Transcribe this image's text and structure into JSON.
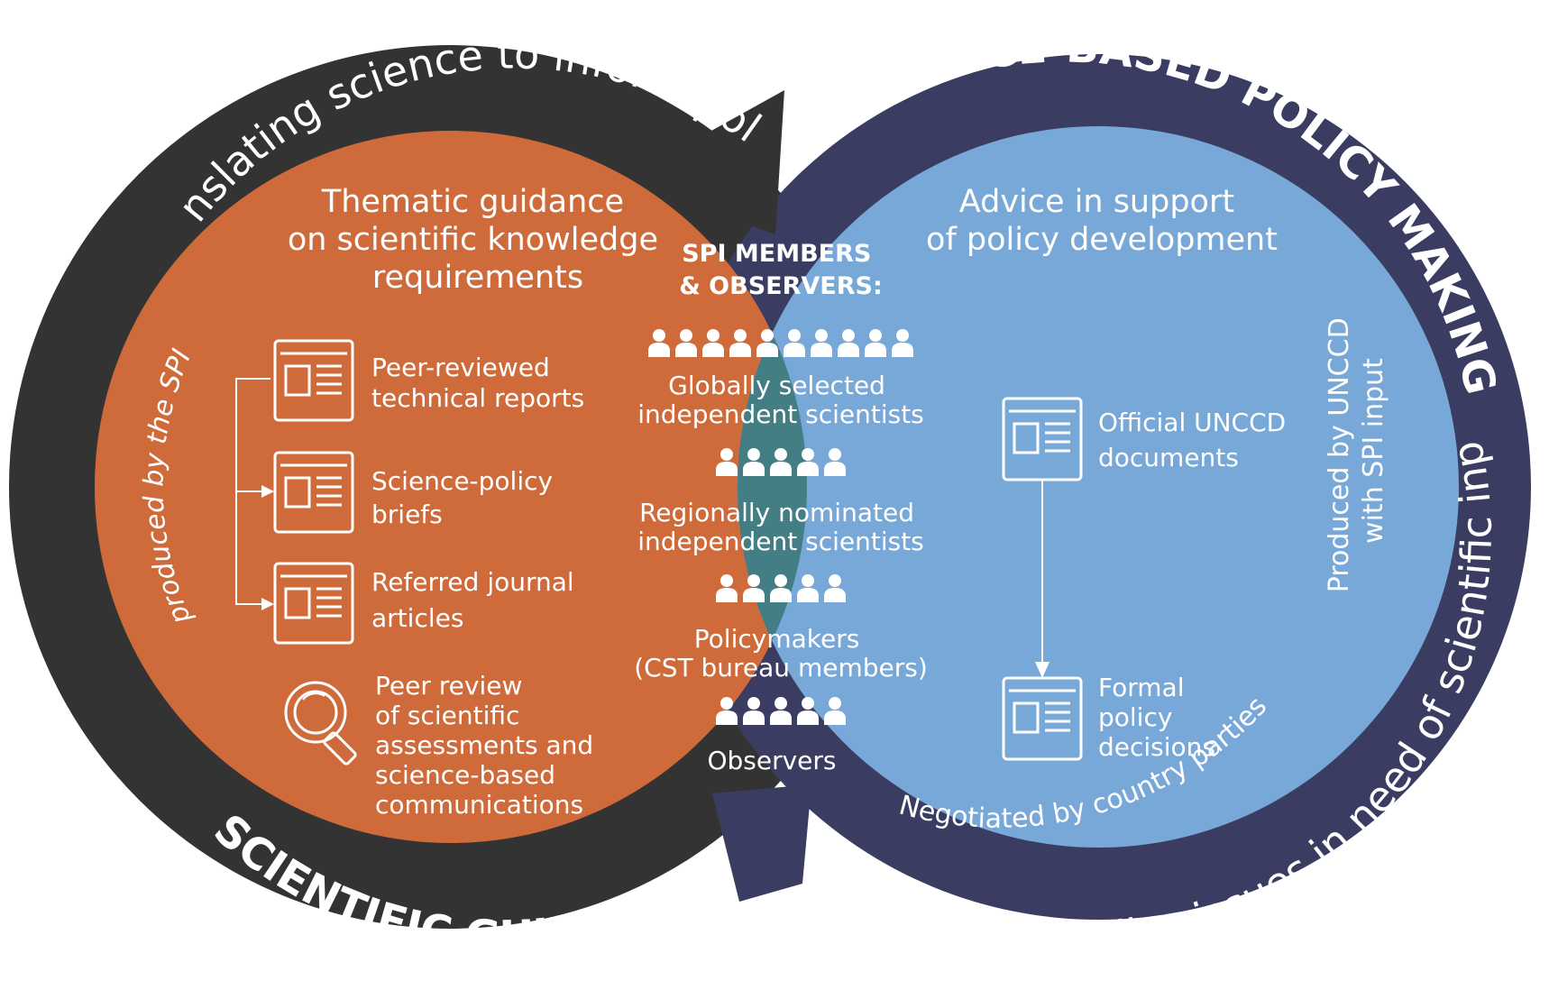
{
  "colors": {
    "dark_ring": "#343334",
    "navy_ring": "#3a3d61",
    "orange": "#cf6a3a",
    "teal": "#447e85",
    "light_blue": "#78a8d8",
    "white": "#ffffff"
  },
  "left_ring": {
    "top_text": "translating science to inform policy",
    "bottom_text": "SCIENTIFIC GUIDANCE"
  },
  "right_ring": {
    "top_text": "EVIDENCE-BASED POLICY MAKING",
    "bottom_text": "communicating policy issues in need of scientific input"
  },
  "left_circle": {
    "heading": [
      "Thematic guidance",
      "on scientific knowledge",
      "requirements"
    ],
    "side_label": "produced by the SPI",
    "items": [
      {
        "lines": [
          "Peer-reviewed",
          "technical reports"
        ],
        "icon": "document-icon"
      },
      {
        "lines": [
          "Science-policy",
          "briefs"
        ],
        "icon": "document-icon"
      },
      {
        "lines": [
          "Referred journal",
          "articles"
        ],
        "icon": "document-icon"
      },
      {
        "lines": [
          "Peer review",
          "of scientific",
          "assessments and",
          "science-based",
          "communications"
        ],
        "icon": "magnifier-icon"
      }
    ]
  },
  "center": {
    "heading": [
      "SPI MEMBERS",
      "& OBSERVERS:"
    ],
    "groups": [
      {
        "lines": [
          "Globally selected",
          "independent scientists"
        ],
        "people": 10
      },
      {
        "lines": [
          "Regionally nominated",
          "independent scientists"
        ],
        "people": 5
      },
      {
        "lines": [
          "Policymakers",
          "(CST bureau members)"
        ],
        "people": 5
      },
      {
        "lines": [
          "Observers"
        ],
        "people": 5
      }
    ]
  },
  "right_circle": {
    "heading": [
      "Advice in support",
      "of policy development"
    ],
    "side_label": [
      "Produced by UNCCD",
      "with SPI input"
    ],
    "bottom_arc": "Negotiated by country parties",
    "items": [
      {
        "lines": [
          "Official UNCCD",
          "documents"
        ],
        "icon": "document-icon"
      },
      {
        "lines": [
          "Formal",
          "policy",
          "decisions"
        ],
        "icon": "document-icon"
      }
    ]
  }
}
